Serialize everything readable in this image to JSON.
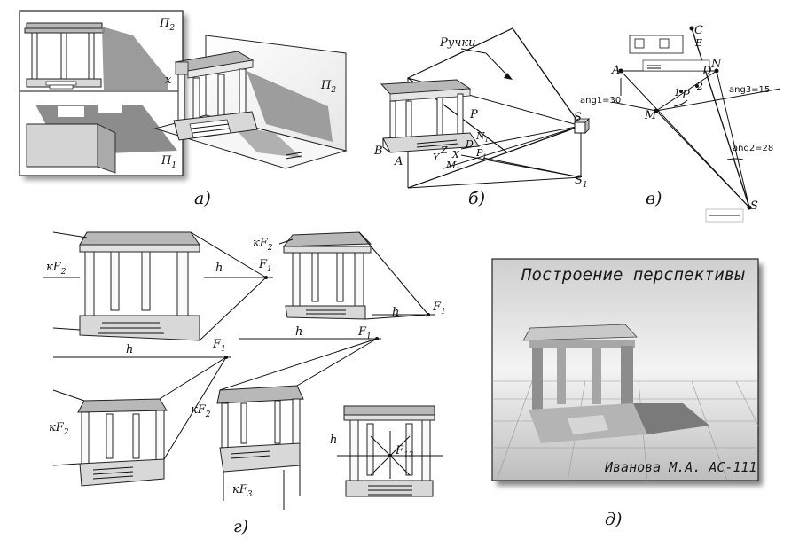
{
  "captions": {
    "a": "а)",
    "b": "б)",
    "v": "в)",
    "g": "г)",
    "d": "д)"
  },
  "panel_a": {
    "label_p2_left": "П",
    "label_p2_left_sub": "2",
    "label_p2_right": "П",
    "label_p2_right_sub": "2",
    "label_p1": "П",
    "label_p1_sub": "1",
    "label_x": "x"
  },
  "panel_b": {
    "handles": "Ручки",
    "P": "P",
    "S": "S",
    "S1": "S",
    "S1_sub": "1",
    "A": "A",
    "B": "B",
    "D": "D",
    "N1": "N",
    "N1_sub": "1",
    "P1": "P",
    "P1_sub": "1",
    "M1": "M",
    "M1_sub": "1",
    "Z": "Z",
    "Y": "Y",
    "X": "X"
  },
  "panel_v": {
    "C": "C",
    "E": "E",
    "A": "A",
    "D": "D",
    "N": "N",
    "P": "P",
    "M": "M",
    "S": "S",
    "one": "1",
    "two": "2",
    "ang1": "ang1=30",
    "ang2": "ang2=28",
    "ang3": "ang3=15"
  },
  "panel_g": {
    "kF2_a": "кF",
    "kF2_a_sub": "2",
    "h_a": "h",
    "F1_a": "F",
    "F1_a_sub": "1",
    "kF2_b": "кF",
    "kF2_b_sub": "2",
    "h_b": "h",
    "F1_b": "F",
    "F1_b_sub": "1",
    "h_c": "h",
    "F1_c": "F",
    "F1_c_sub": "1",
    "h_d": "h",
    "F1_d": "F",
    "F1_d_sub": "1",
    "kF2_c": "кF",
    "kF2_c_sub": "2",
    "kF2_d": "кF",
    "kF2_d_sub": "2",
    "kF3": "кF",
    "kF3_sub": "3",
    "h_e": "h",
    "F12": "F",
    "F12_sub": "12"
  },
  "panel_d": {
    "title": "Построение перспективы",
    "author": "Иванова М.А. АС-111"
  }
}
